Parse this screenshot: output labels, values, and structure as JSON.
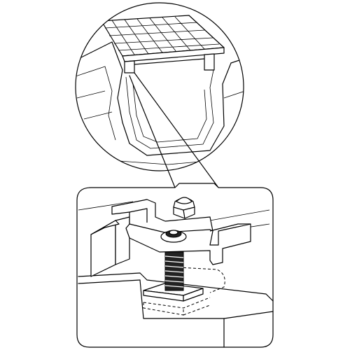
{
  "diagram": {
    "colors": {
      "line": "#000000",
      "background": "#ffffff",
      "fill": "#ffffff"
    },
    "parts": [
      "grating-panel",
      "drain-channel",
      "support-bracket",
      "hold-down-clip",
      "hex-cap-nut",
      "threaded-bolt",
      "anchor-plate"
    ]
  }
}
